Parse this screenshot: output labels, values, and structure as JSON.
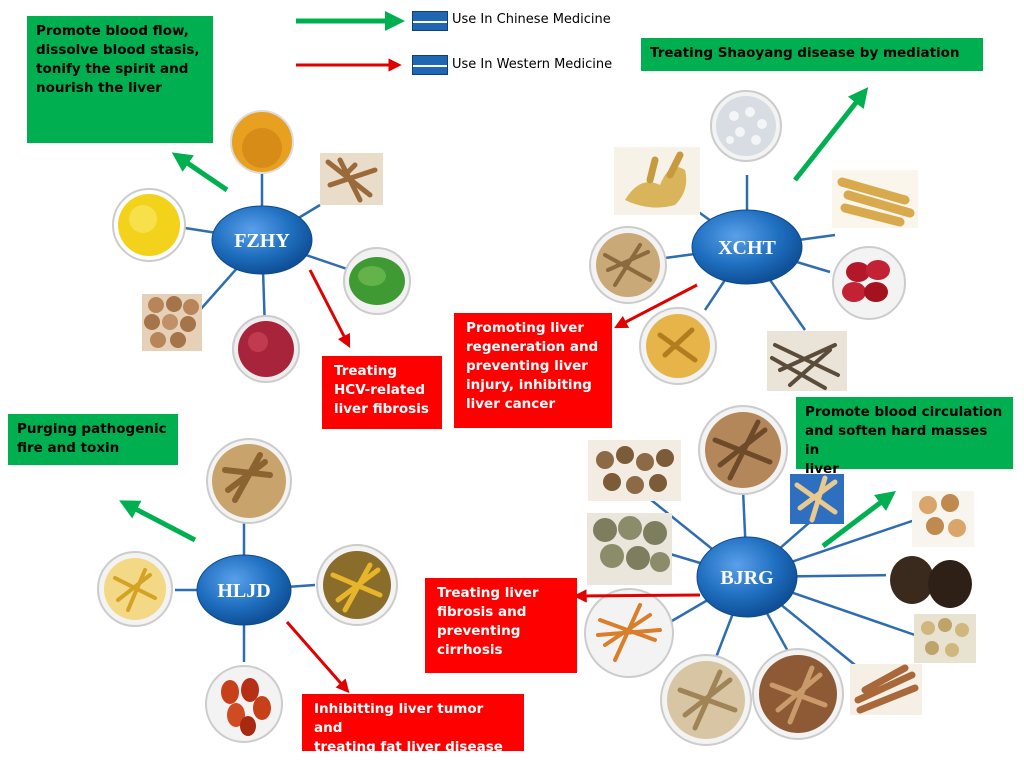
{
  "legend": {
    "chinese": {
      "label": "Use In Chinese Medicine",
      "color": "#00b050"
    },
    "western": {
      "label": "Use In Western Medicine",
      "color": "#e00000"
    }
  },
  "colors": {
    "node": "#1f6fc0",
    "connector": "#2e6db0",
    "green": "#00b050",
    "red": "#ff0000"
  },
  "formulas": {
    "fzhy": {
      "name": "FZHY",
      "chinese_use": "Promote blood flow,\ndissolve blood stasis,\ntonify the spirit and\nnourish the liver",
      "western_use": "Treating\nHCV-related\nliver fibrosis",
      "herb_icons": [
        "turmeric-powder-icon",
        "dried-root-slices-icon",
        "yellow-pollen-icon",
        "green-herb-powder-icon",
        "apricot-seeds-icon",
        "red-berries-icon"
      ]
    },
    "xcht": {
      "name": "XCHT",
      "chinese_use": "Treating Shaoyang disease by mediation",
      "western_use": "Promoting liver\nregeneration and\npreventing liver\ninjury, inhibiting\nliver cancer",
      "herb_icons": [
        "ginger-root-icon",
        "white-pinellia-tubers-icon",
        "ginseng-roots-icon",
        "bupleurum-root-slices-icon",
        "jujube-dates-icon",
        "scutellaria-slices-icon",
        "licorice-pieces-icon"
      ]
    },
    "hljd": {
      "name": "HLJD",
      "chinese_use": "Purging pathogenic\nfire and toxin",
      "western_use": "Inhibitting liver tumor and\ntreating fat liver disease",
      "herb_icons": [
        "coptis-root-icon",
        "phellodendron-slices-icon",
        "scutellaria-root-icon",
        "gardenia-fruits-icon"
      ]
    },
    "bjrg": {
      "name": "BJRG",
      "chinese_use": "Promote blood circulation\nand soften hard masses in\nliver",
      "western_use": "Treating liver\nfibrosis and\npreventing\ncirrhosis",
      "herb_icons": [
        "notoginseng-roots-icon",
        "red-sage-slices-icon",
        "turtle-shell-icon",
        "herb-slices-blue-icon",
        "peony-slices-icon",
        "ganoderma-icon",
        "astragalus-slices-icon",
        "cordyceps-icon",
        "root-slices-icon",
        "dried-slices-icon",
        "cinnamon-bark-icon"
      ]
    }
  }
}
